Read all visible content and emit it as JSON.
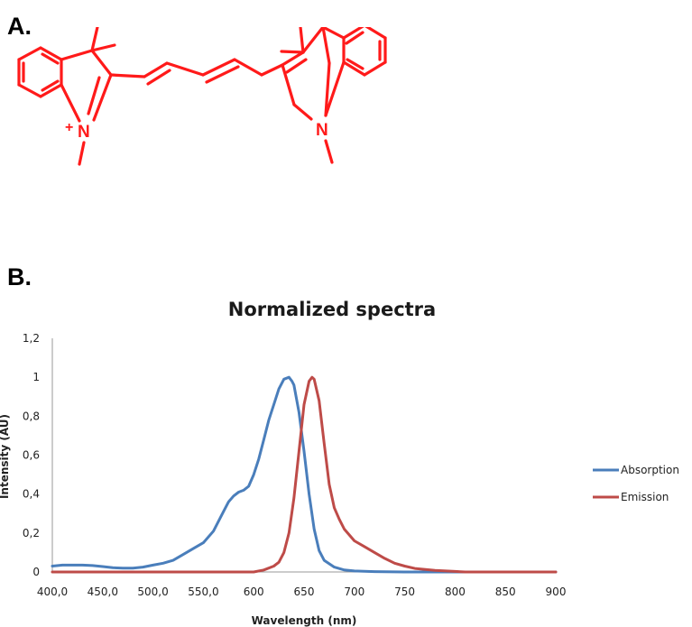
{
  "panels": {
    "a_label": "A.",
    "b_label": "B."
  },
  "molecule": {
    "bond_color": "#ff1a1a",
    "atoms": {
      "n_left": "N",
      "n_right": "N",
      "charge": "+"
    }
  },
  "chart_data": {
    "type": "line",
    "title": "Normalized spectra",
    "xlabel": "Wavelength (nm)",
    "ylabel": "Intensity (AU)",
    "xlim": [
      400,
      900
    ],
    "ylim": [
      0,
      1.2
    ],
    "x_tick_values": [
      400,
      450,
      500,
      550,
      600,
      650,
      700,
      750,
      800,
      850,
      900
    ],
    "x_tick_labels": [
      "400,0",
      "450,0",
      "500,0",
      "550,0",
      "600",
      "650",
      "700",
      "750",
      "800",
      "850",
      "900"
    ],
    "y_tick_values": [
      0,
      0.2,
      0.4,
      0.6,
      0.8,
      1,
      1.2
    ],
    "y_tick_labels": [
      "0",
      "0,2",
      "0,4",
      "0,6",
      "0,8",
      "1",
      "1,2"
    ],
    "grid": false,
    "legend_position": "right",
    "series": [
      {
        "name": "Absorption",
        "color": "#4a7ebb",
        "x": [
          400,
          410,
          420,
          430,
          440,
          450,
          460,
          470,
          480,
          490,
          500,
          510,
          520,
          530,
          540,
          550,
          560,
          570,
          575,
          580,
          585,
          590,
          595,
          600,
          605,
          610,
          615,
          620,
          625,
          630,
          635,
          638,
          640,
          645,
          650,
          655,
          660,
          665,
          670,
          680,
          690,
          700,
          720,
          750,
          800,
          900
        ],
        "y": [
          0.03,
          0.035,
          0.035,
          0.035,
          0.033,
          0.028,
          0.022,
          0.02,
          0.02,
          0.025,
          0.035,
          0.045,
          0.06,
          0.09,
          0.12,
          0.15,
          0.21,
          0.31,
          0.36,
          0.39,
          0.41,
          0.42,
          0.44,
          0.5,
          0.58,
          0.68,
          0.78,
          0.86,
          0.94,
          0.99,
          1.0,
          0.98,
          0.96,
          0.82,
          0.62,
          0.4,
          0.22,
          0.11,
          0.06,
          0.025,
          0.01,
          0.005,
          0.002,
          0,
          0,
          0
        ]
      },
      {
        "name": "Emission",
        "color": "#be4b48",
        "x": [
          400,
          500,
          600,
          610,
          620,
          625,
          630,
          635,
          640,
          645,
          650,
          655,
          658,
          660,
          665,
          670,
          675,
          680,
          685,
          690,
          700,
          710,
          720,
          730,
          740,
          750,
          760,
          780,
          800,
          810,
          900
        ],
        "y": [
          0,
          0,
          0,
          0.01,
          0.03,
          0.05,
          0.1,
          0.2,
          0.38,
          0.62,
          0.86,
          0.98,
          1.0,
          0.99,
          0.88,
          0.66,
          0.45,
          0.33,
          0.27,
          0.22,
          0.16,
          0.13,
          0.1,
          0.07,
          0.045,
          0.03,
          0.018,
          0.008,
          0.003,
          0,
          0
        ]
      }
    ]
  }
}
